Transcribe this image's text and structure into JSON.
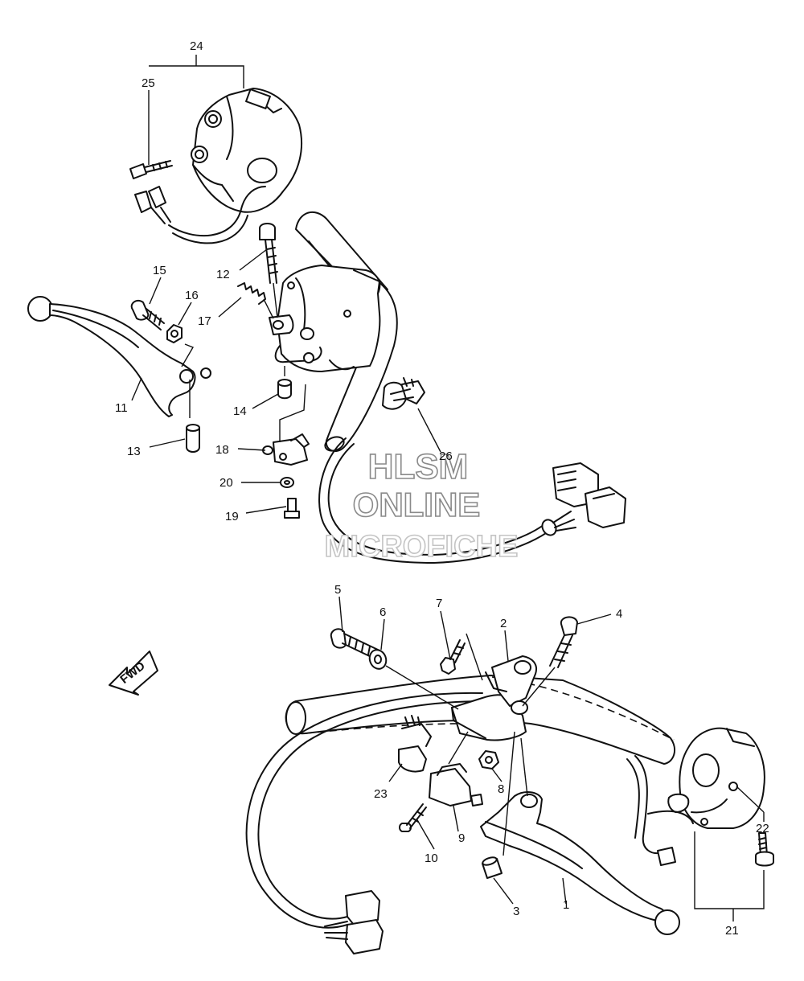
{
  "callouts": {
    "n1": "1",
    "n2": "2",
    "n3": "3",
    "n4": "4",
    "n5": "5",
    "n6": "6",
    "n7": "7",
    "n8": "8",
    "n9": "9",
    "n10": "10",
    "n11": "11",
    "n12": "12",
    "n13": "13",
    "n14": "14",
    "n15": "15",
    "n16": "16",
    "n17": "17",
    "n18": "18",
    "n19": "19",
    "n20": "20",
    "n21": "21",
    "n22": "22",
    "n23": "23",
    "n24": "24",
    "n25": "25",
    "n26": "26"
  },
  "fwd_arrow": {
    "label": "FWD",
    "icon": "forward-arrow-icon"
  },
  "watermark": {
    "line1": "HLSM",
    "line2": "ONLINE",
    "line3": "MICROFICHE"
  },
  "colors": {
    "line": "#111111",
    "watermark_stroke": "#8a8a8a"
  }
}
